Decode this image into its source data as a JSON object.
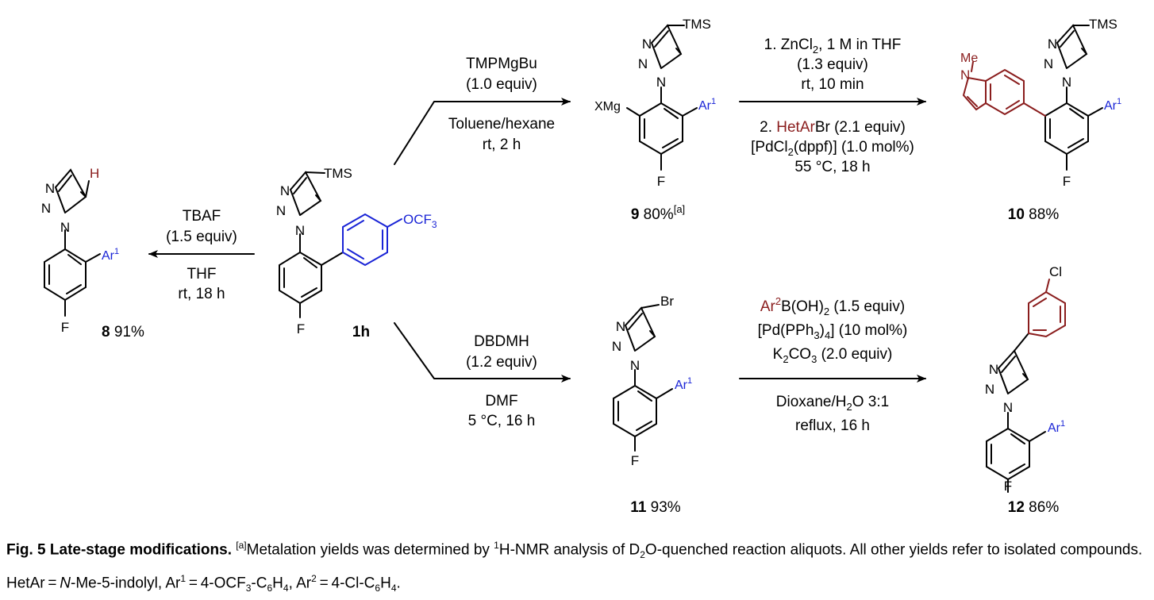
{
  "colors": {
    "black": "#000000",
    "blue": "#1a24d6",
    "red": "#8a1d1d"
  },
  "atoms": {
    "tms": "TMS",
    "n": "N",
    "n_eq": "N",
    "h": "H",
    "f": "F",
    "ar1": "Ar",
    "ar1_sup": "1",
    "ocf3": "OCF",
    "ocf3_sub": "3",
    "xmg": "XMg",
    "br": "Br",
    "cl": "Cl",
    "me": "Me"
  },
  "compounds": {
    "c1h": {
      "label": "1h"
    },
    "c8": {
      "label": "8",
      "yield": " 91%"
    },
    "c9": {
      "label": "9",
      "yield": " 80%",
      "note": "[a]"
    },
    "c10": {
      "label": "10",
      "yield": " 88%"
    },
    "c11": {
      "label": "11",
      "yield": " 93%"
    },
    "c12": {
      "label": "12",
      "yield": " 86%"
    }
  },
  "conditions": {
    "tbaf": {
      "above1": "TBAF",
      "above2": "(1.5 equiv)",
      "below1": "THF",
      "below2": "rt, 18 h"
    },
    "tmp": {
      "above1": "TMPMgBu",
      "above2": "(1.0 equiv)",
      "below1": "Toluene/hexane",
      "below2": "rt, 2 h"
    },
    "dbdmh": {
      "above1": "DBDMH",
      "above2": "(1.2 equiv)",
      "below1": "DMF",
      "below2": "5 °C, 16 h"
    },
    "negishi": {
      "a1_pre": "1. ZnCl",
      "a1_sub": "2",
      "a1_post": ", 1 M in THF",
      "a2": "(1.3 equiv)",
      "a3": "rt, 10 min",
      "b1_pre": "2. ",
      "b1_red": "HetAr",
      "b1_post": "Br (2.1 equiv)",
      "b2_pre": "[PdCl",
      "b2_sub": "2",
      "b2_post": "(dppf)] (1.0 mol%)",
      "b3": "55 °C, 18 h"
    },
    "suzuki": {
      "a1_red": "Ar",
      "a1_sup": "2",
      "a1_post": "B(OH)",
      "a1_sub": "2",
      "a1_end": " (1.5 equiv)",
      "a2_pre": "[Pd(PPh",
      "a2_sub": "3",
      "a2_post": ")",
      "a2_sub2": "4",
      "a2_end": "] (10 mol%)",
      "a3_pre": "K",
      "a3_sub": "2",
      "a3_mid": "CO",
      "a3_sub2": "3",
      "a3_end": " (2.0 equiv)",
      "b1_pre": "Dioxane/H",
      "b1_sub": "2",
      "b1_post": "O 3:1",
      "b2": "reflux, 16 h"
    }
  },
  "caption": {
    "bold": "Fig. 5 Late-stage modifications.",
    "note_sup": "[a]",
    "t1": "Metalation yields was determined by ",
    "t1_sup": "1",
    "t2": "H-NMR analysis of D",
    "t2_sub": "2",
    "t3": "O-quenched reaction aliquots. All other yields refer to isolated compounds. HetAr = ",
    "t3_ital": "N",
    "t4": "-Me-5-indolyl, Ar",
    "t4_sup": "1",
    "t5": " = 4-OCF",
    "t5_sub": "3",
    "t6": "-C",
    "t6_sub": "6",
    "t7": "H",
    "t7_sub": "4",
    "t8": ", Ar",
    "t8_sup": "2",
    "t9": " = 4-Cl-C",
    "t9_sub": "6",
    "t10": "H",
    "t10_sub": "4",
    "t11": "."
  }
}
